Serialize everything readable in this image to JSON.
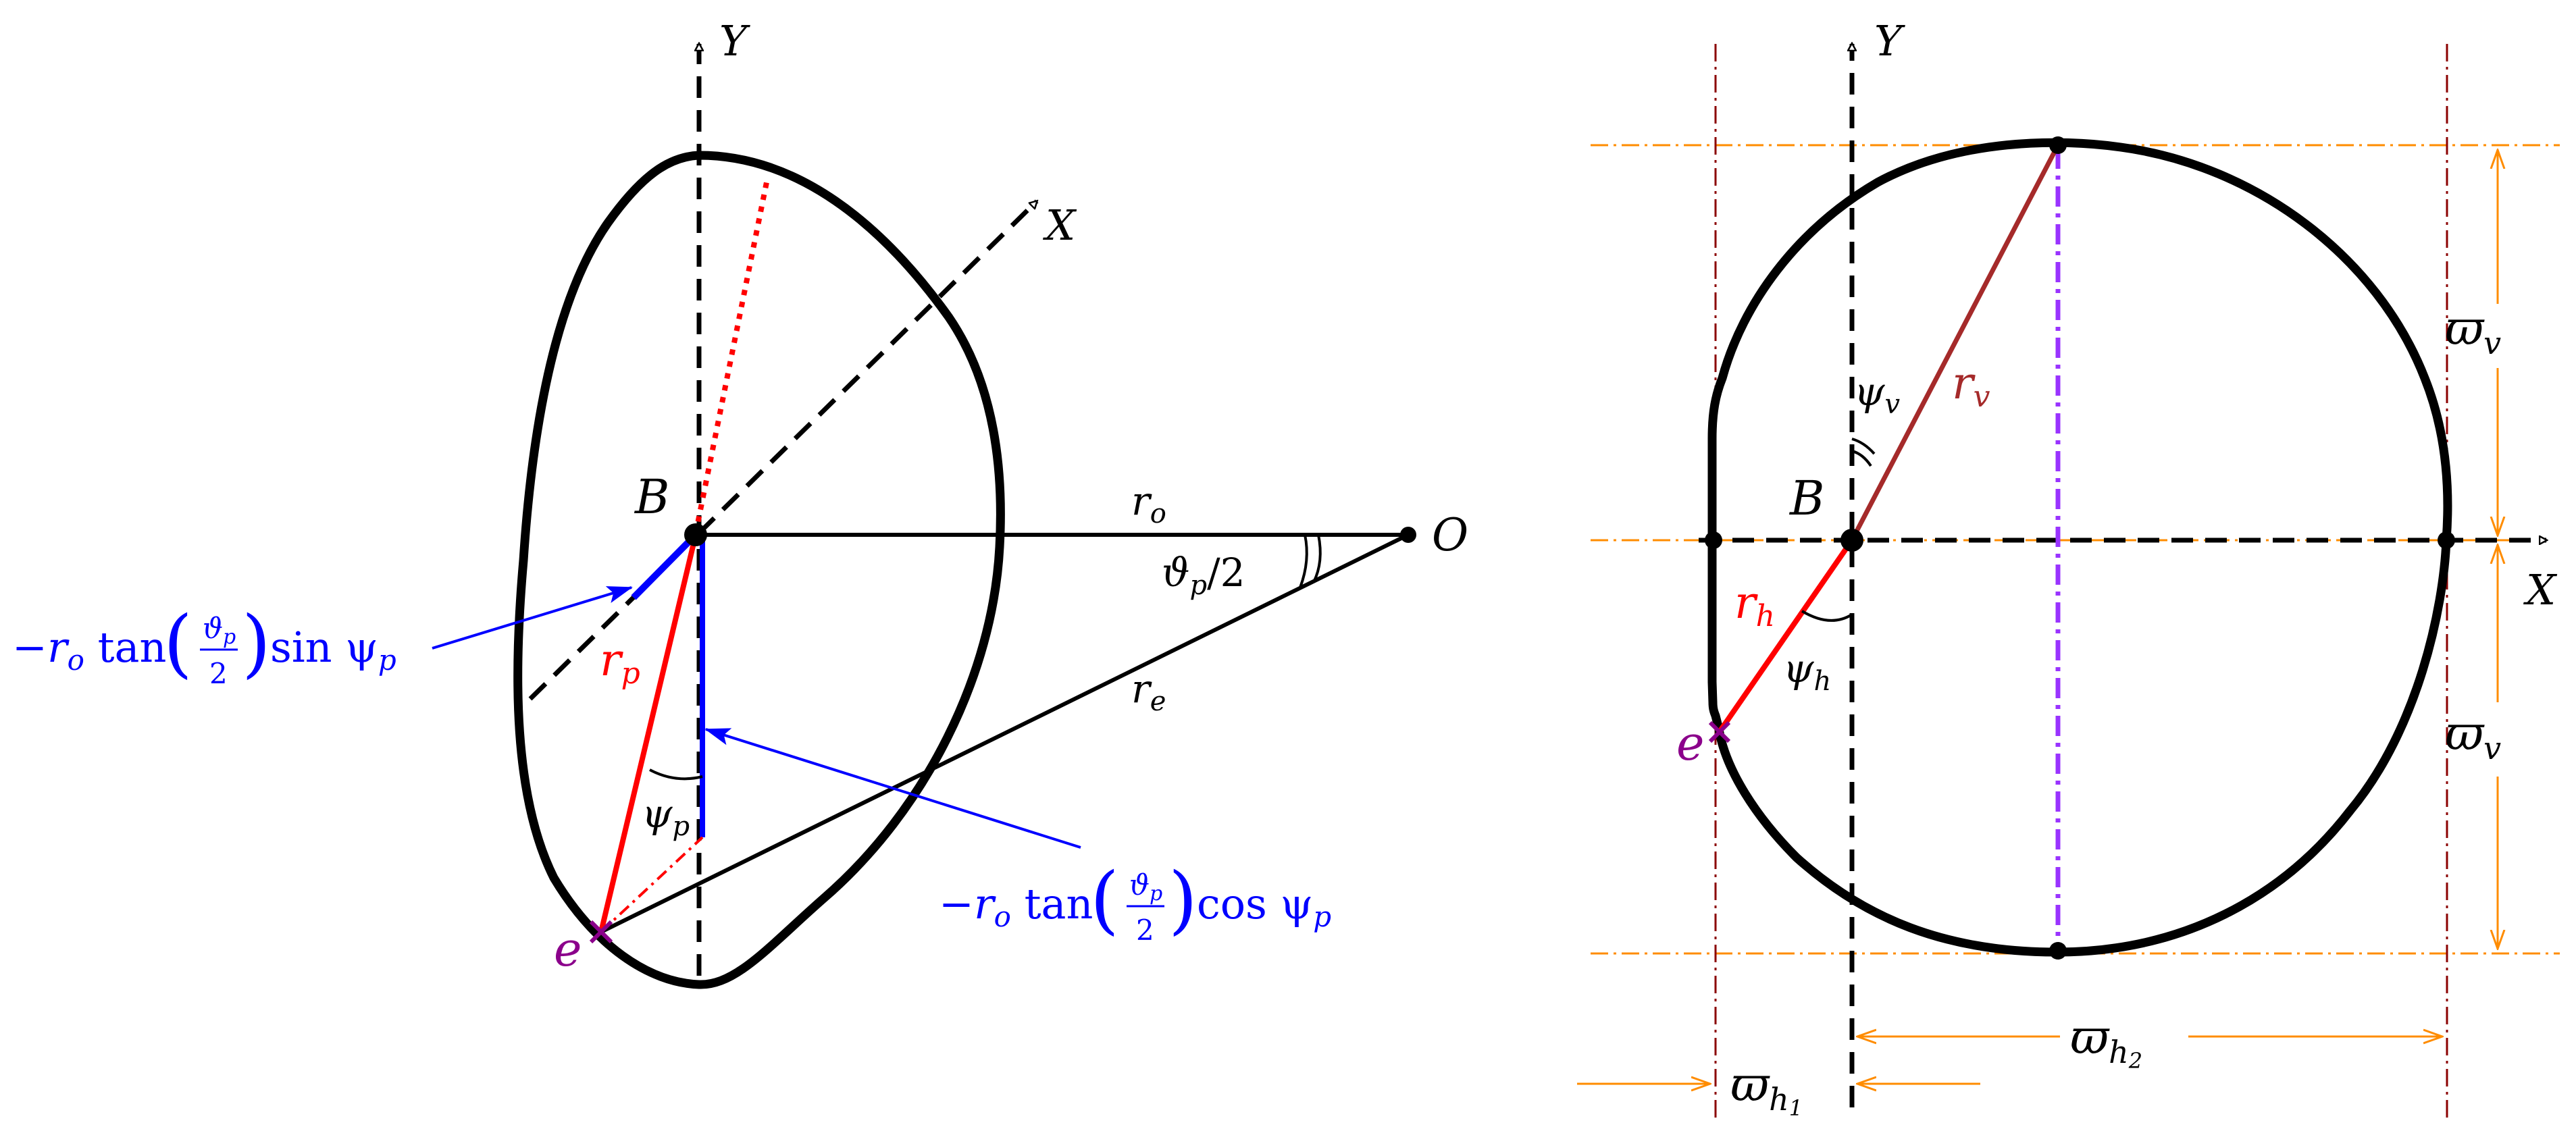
{
  "left_panel": {
    "axis_y": "Y",
    "axis_x": "X",
    "point_b": "B",
    "point_o": "O",
    "point_e": "e",
    "r_o": "r",
    "r_o_sub": "o",
    "r_e": "r",
    "r_e_sub": "e",
    "r_p": "r",
    "r_p_sub": "p",
    "psi_p": "ψ",
    "psi_p_sub": "p",
    "angle_theta": "ϑ",
    "angle_theta_sub": "p",
    "angle_theta_rest": "/2",
    "sin_term": {
      "lead": "−r",
      "sub": "o",
      "func": " tan",
      "frac_num": "ϑ",
      "frac_num_sub": "p",
      "frac_den": "2",
      "trail": " sin ψ",
      "trail_sub": "p"
    },
    "cos_term": {
      "lead": "−r",
      "sub": "o",
      "func": " tan",
      "frac_num": "ϑ",
      "frac_num_sub": "p",
      "frac_den": "2",
      "trail": " cos ψ",
      "trail_sub": "p"
    }
  },
  "right_panel": {
    "axis_y": "Y",
    "axis_x": "X",
    "point_b": "B",
    "point_e": "e",
    "r_v": "r",
    "r_v_sub": "v",
    "r_h": "r",
    "r_h_sub": "h",
    "psi_v": "ψ",
    "psi_v_sub": "v",
    "psi_h": "ψ",
    "psi_h_sub": "h",
    "varpi_v_top": "ϖ",
    "varpi_v_top_sub": "v",
    "varpi_v_bottom": "ϖ",
    "varpi_v_bottom_sub": "v",
    "varpi_h1": "ϖ",
    "varpi_h1_sub": "h",
    "varpi_h1_subsub": "1",
    "varpi_h2": "ϖ",
    "varpi_h2_sub": "h",
    "varpi_h2_subsub": "2"
  },
  "colors": {
    "outline": "#000000",
    "blue": "#0000ff",
    "red": "#ff0000",
    "brown": "#a52a2a",
    "dark_red": "#8b0000",
    "orange": "#ff8c00",
    "purple": "#9400d3",
    "violet": "#9933ff"
  }
}
